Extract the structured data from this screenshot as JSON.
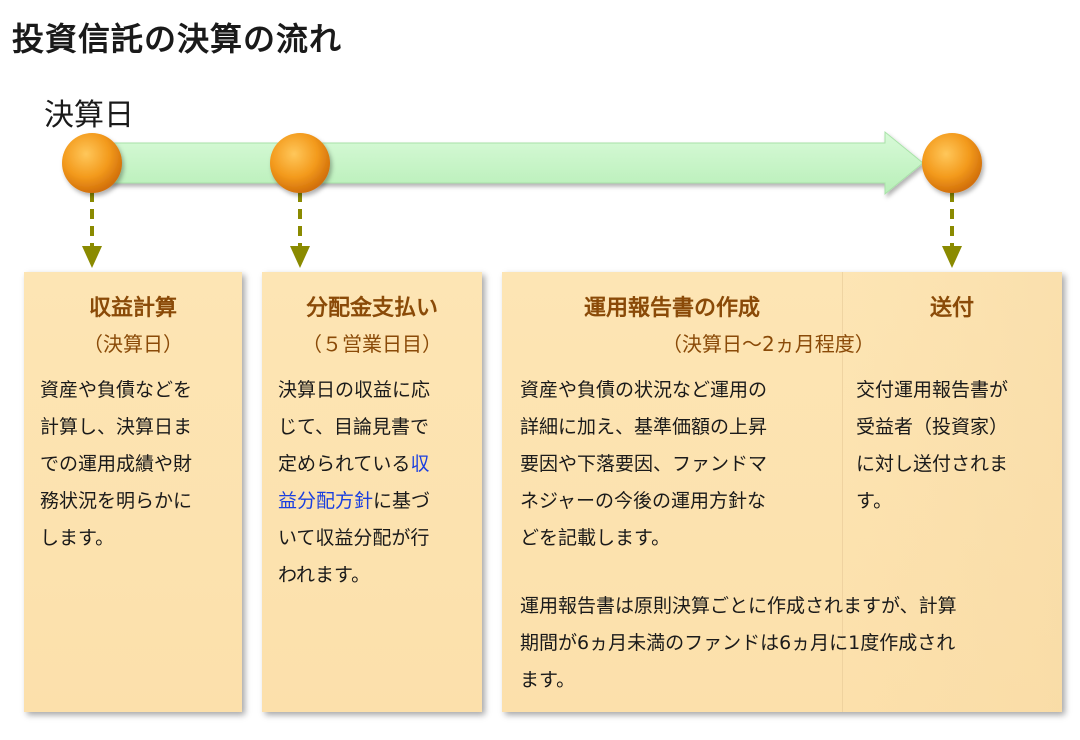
{
  "page": {
    "title": "投資信託の決算の流れ",
    "start_label": "決算日"
  },
  "colors": {
    "arrow_fill": "#c8f5c8",
    "dot": "#f39a1c",
    "dashed_arrow": "#8a8a00",
    "box_bg": "#fde3b0",
    "title_brown": "#8a4a08",
    "link_blue": "#1a3fe0"
  },
  "steps": [
    {
      "title": "収益計算",
      "subtitle": "（決算日）",
      "lines": [
        "資産や負債などを",
        "計算し、決算日ま",
        "での運用成績や財",
        "務状況を明らかに",
        "します。"
      ]
    },
    {
      "title": "分配金支払い",
      "subtitle": "（５営業日目）",
      "line1": "決算日の収益に応",
      "line2": "じて、目論見書で",
      "line3_pre": "定められている",
      "line3_link": "収",
      "line4_link": "益分配方針",
      "line4_post": "に基づ",
      "line5": "いて収益分配が行",
      "line6": "われます。"
    },
    {
      "title": "運用報告書の作成",
      "subtitle": "（決算日〜2ヵ月程度）",
      "lines": [
        "資産や負債の状況など運用の",
        "詳細に加え、基準価額の上昇",
        "要因や下落要因、ファンドマ",
        "ネジャーの今後の運用方針な",
        "どを記載します。"
      ],
      "note_lines": [
        "運用報告書は原則決算ごとに作成されますが、計算",
        "期間が6ヵ月未満のファンドは6ヵ月に1度作成され",
        "ます。"
      ]
    },
    {
      "title": "送付",
      "lines": [
        "交付運用報告書が",
        "受益者（投資家）",
        "に対し送付されま",
        "す。"
      ]
    }
  ]
}
